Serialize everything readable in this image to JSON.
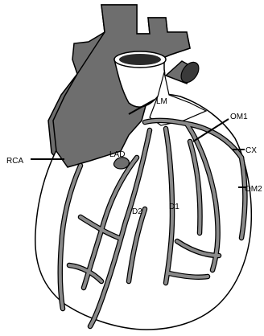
{
  "labels": {
    "lm": "LM",
    "om1": "OM1",
    "cx": "CX",
    "lad": "LAD",
    "rca": "RCA",
    "d2": "D2",
    "d1": "D1",
    "om2": "OM2"
  },
  "colors": {
    "background": "#ffffff",
    "outline": "#000000",
    "great_vessels": "#6e6e6e",
    "coronary_arteries": "#8a8a8a"
  }
}
